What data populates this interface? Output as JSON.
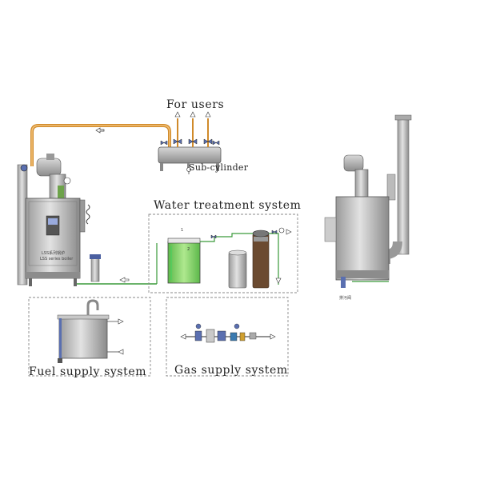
{
  "labels": {
    "for_users": "For users",
    "sub_cylinder": "Sub-cylinder",
    "water_treatment": "Water treatment system",
    "fuel_supply": "Fuel supply system",
    "gas_supply": "Gas supply system",
    "boiler_plate": "LSS系列锅炉",
    "boiler_plate_en": "LSS series boiler",
    "drain_valve": "排污阀"
  },
  "colors": {
    "steam_pipe": "#d08a2a",
    "water_pipe": "#3a9a3a",
    "vessel_fill": "#8fd870",
    "steel": "#b8b8b8",
    "steel_dark": "#7a7a7a",
    "dashed_box": "#888888"
  },
  "icons": [
    "arrow-icon",
    "valve-icon",
    "pump-icon",
    "burner-icon",
    "chimney-icon",
    "gauge-icon"
  ]
}
